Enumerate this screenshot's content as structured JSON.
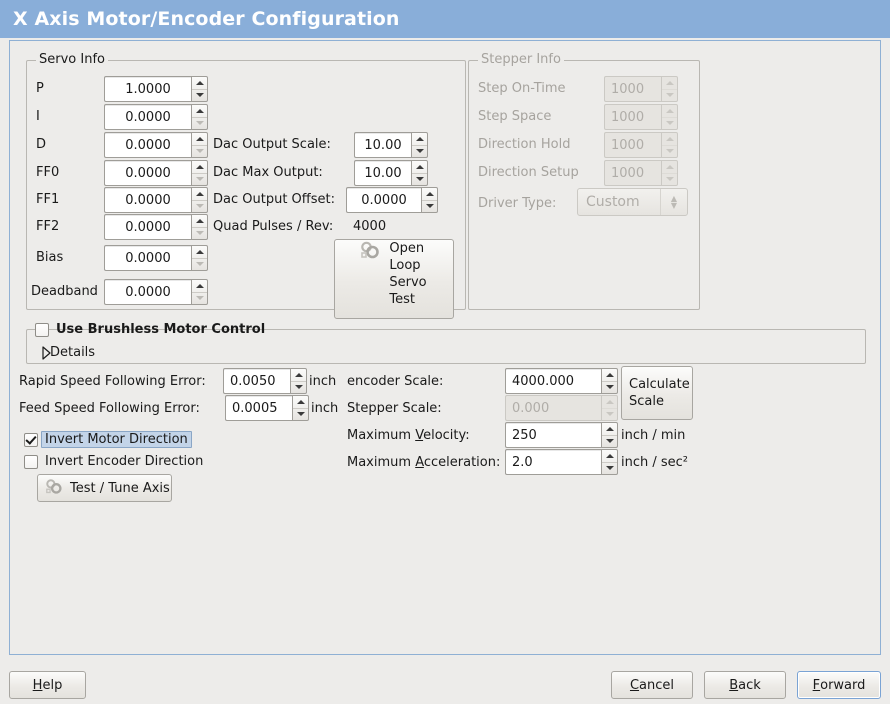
{
  "window": {
    "title": "X Axis Motor/Encoder Configuration",
    "titlebar_color": "#89aed9",
    "background_color": "#edecea"
  },
  "servo_info": {
    "legend": "Servo Info",
    "fields": [
      {
        "label": "P",
        "value": "1.0000"
      },
      {
        "label": "I",
        "value": "0.0000"
      },
      {
        "label": "D",
        "value": "0.0000"
      },
      {
        "label": "FF0",
        "value": "0.0000"
      },
      {
        "label": "FF1",
        "value": "0.0000"
      },
      {
        "label": "FF2",
        "value": "0.0000"
      },
      {
        "label": "Bias",
        "value": "0.0000"
      },
      {
        "label": "Deadband",
        "value": "0.0000"
      }
    ],
    "dac": [
      {
        "label": "Dac Output Scale:",
        "value": "10.00"
      },
      {
        "label": "Dac Max Output:",
        "value": "10.00"
      },
      {
        "label": "Dac Output Offset:",
        "value": "0.0000"
      }
    ],
    "quad_pulses_label": "Quad Pulses / Rev:",
    "quad_pulses_value": "4000",
    "open_loop_button": {
      "line1": "Open",
      "line2": "Loop",
      "line3": "Servo",
      "line4": "Test",
      "icon": "gears-icon"
    }
  },
  "stepper_info": {
    "legend": "Stepper Info",
    "disabled": true,
    "fields": [
      {
        "label": "Step On-Time",
        "value": "1000"
      },
      {
        "label": "Step Space",
        "value": "1000"
      },
      {
        "label": "Direction Hold",
        "value": "1000"
      },
      {
        "label": "Direction Setup",
        "value": "1000"
      }
    ],
    "driver_type": {
      "label": "Driver Type:",
      "value": "Custom"
    }
  },
  "brushless": {
    "checkbox_label": "Use Brushless Motor Control",
    "checked": false,
    "details_label": "Details",
    "details_expanded": false
  },
  "errors": {
    "rapid_label": "Rapid Speed Following Error:",
    "rapid_value": "0.0050",
    "rapid_unit": "inch",
    "feed_label": "Feed Speed Following Error:",
    "feed_value": "0.0005",
    "feed_unit": "inch"
  },
  "inverts": {
    "motor_label": "Invert Motor Direction",
    "motor_checked": true,
    "motor_selected": true,
    "encoder_label": "Invert Encoder Direction",
    "encoder_checked": false
  },
  "test_tune": {
    "label": "Test / Tune Axis",
    "icon": "gears-icon"
  },
  "scales": {
    "encoder_label": "encoder Scale:",
    "encoder_value": "4000.000",
    "stepper_label": "Stepper Scale:",
    "stepper_value": "0.000",
    "stepper_disabled": true,
    "calculate_button_line1": "Calculate",
    "calculate_button_line2": "Scale",
    "max_velocity_label_pre": "Maximum ",
    "max_velocity_label_mn": "V",
    "max_velocity_label_post": "elocity:",
    "max_velocity_value": "250",
    "max_velocity_unit": "inch / min",
    "max_accel_label_pre": "Maximum ",
    "max_accel_label_mn": "A",
    "max_accel_label_post": "cceleration:",
    "max_accel_value": "2.0",
    "max_accel_unit": "inch / sec²"
  },
  "actions": {
    "help_mn": "H",
    "help_rest": "elp",
    "cancel_mn": "C",
    "cancel_rest": "ancel",
    "back_mn": "B",
    "back_rest": "ack",
    "forward_mn": "F",
    "forward_rest": "orward",
    "forward_focused": true,
    "focus_color": "#7aa3d4"
  }
}
